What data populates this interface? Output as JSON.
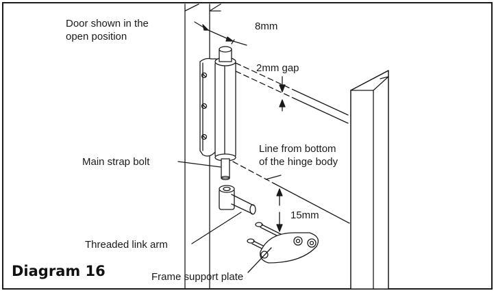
{
  "diagram": {
    "title": "Diagram 16",
    "labels": {
      "door_note_line1": "Door shown in the",
      "door_note_line2": "open position",
      "dim_8mm": "8mm",
      "gap_2mm": "2mm gap",
      "line_note_line1": "Line from bottom",
      "line_note_line2": "of the hinge body",
      "main_strap_bolt": "Main strap bolt",
      "dim_15mm": "15mm",
      "threaded_link_arm": "Threaded link arm",
      "frame_support_plate": "Frame support plate"
    },
    "line_color": "#1a1a1a"
  }
}
